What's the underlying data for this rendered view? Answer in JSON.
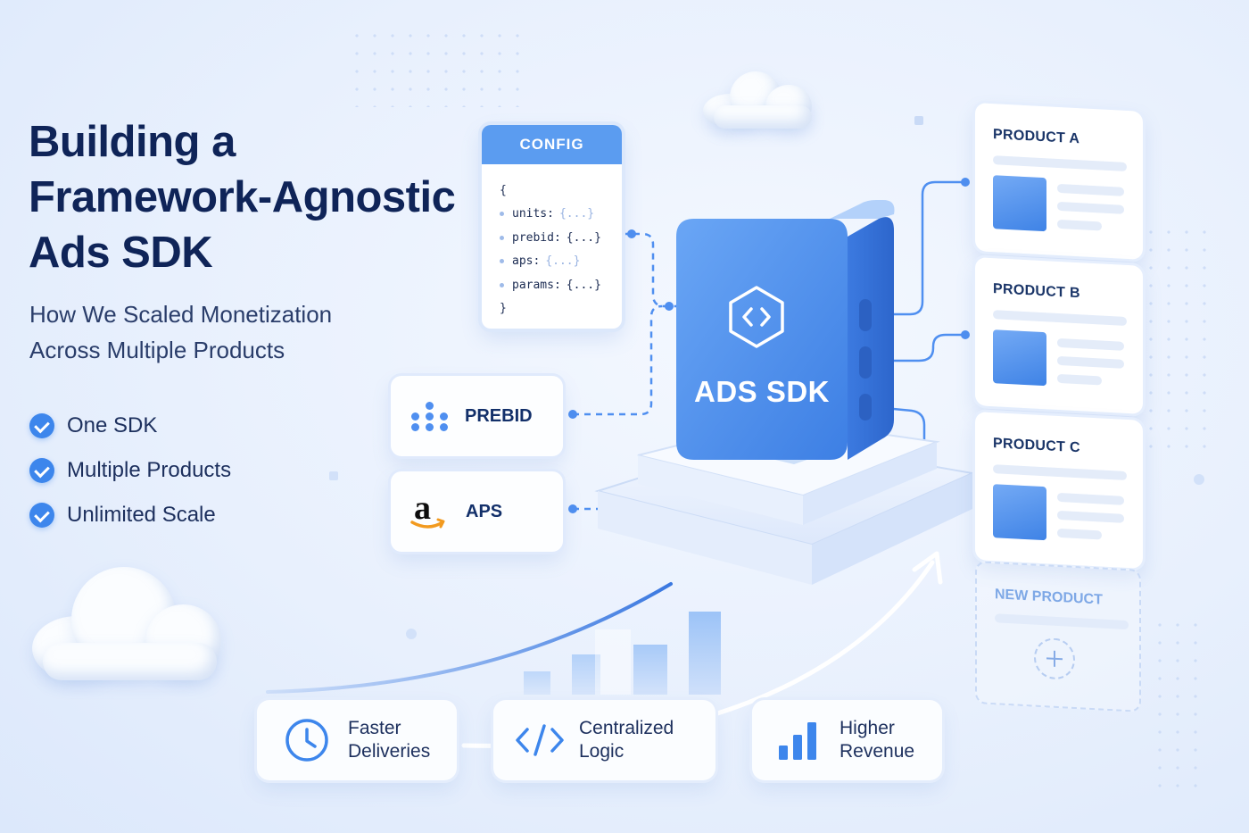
{
  "headline": {
    "line1": "Building a",
    "line2": "Framework-Agnostic",
    "line3": "Ads SDK"
  },
  "subtitle": {
    "line1": "How We Scaled Monetization",
    "line2": "Across Multiple Products"
  },
  "checklist": [
    {
      "label": "One SDK",
      "icon": "check-circle-icon"
    },
    {
      "label": "Multiple Products",
      "icon": "check-circle-icon"
    },
    {
      "label": "Unlimited Scale",
      "icon": "check-circle-icon"
    }
  ],
  "config": {
    "title": "CONFIG",
    "open": "{",
    "close": "}",
    "lines": [
      {
        "key": "units:",
        "value": "{...}"
      },
      {
        "key": "prebid:",
        "value": "{...}"
      },
      {
        "key": "aps:",
        "value": "{...}"
      },
      {
        "key": "params:",
        "value": "{...}"
      }
    ]
  },
  "sources": [
    {
      "label": "PREBID",
      "icon": "prebid-dots-icon"
    },
    {
      "label": "APS",
      "icon": "amazon-logo-icon"
    }
  ],
  "sdk": {
    "label": "ADS SDK",
    "icon": "code-hexagon-icon"
  },
  "products": [
    {
      "title": "PRODUCT A"
    },
    {
      "title": "PRODUCT B"
    },
    {
      "title": "PRODUCT C"
    }
  ],
  "new_product": {
    "title": "NEW PRODUCT",
    "icon": "plus-icon"
  },
  "features": [
    {
      "label": "Faster\nDeliveries",
      "icon": "clock-icon"
    },
    {
      "label": "Centralized\nLogic",
      "icon": "code-brackets-icon"
    },
    {
      "label": "Higher\nRevenue",
      "icon": "bar-chart-icon"
    }
  ],
  "colors": {
    "accent": "#3d86ec",
    "navy": "#0f2458",
    "background": "#e8f0fd"
  }
}
